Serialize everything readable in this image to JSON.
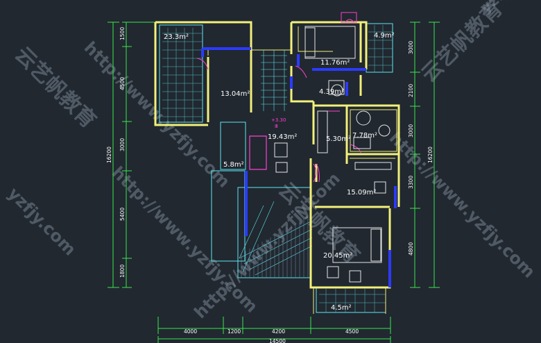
{
  "rooms": {
    "r1": "23.3m²",
    "r2": "13.04m²",
    "r3": "11.76m²",
    "r4": "4.9m²",
    "r5": "4.39m²",
    "r6": "19.43m²",
    "r7": "5.30m²",
    "r8": "7.78m²",
    "r9": "5.8m²",
    "r10": "15.09m²",
    "r11": "20.45m²",
    "r12": "4.5m²"
  },
  "level": {
    "value": "+3.30",
    "mark": "Ⅲ"
  },
  "dims": {
    "left": [
      "1500",
      "4500",
      "3000",
      "5400",
      "1800"
    ],
    "left_total": "16200",
    "right": [
      "3000",
      "2100",
      "3000",
      "3300",
      "4800"
    ],
    "right_total": "16200",
    "bottom": [
      "4000",
      "1200",
      "4200",
      "4500"
    ],
    "bottom_total": "14500"
  },
  "watermark": {
    "url": "http://www.yzfjy.com",
    "cn": "云艺帆教育",
    "tail": "yzfjy.com"
  },
  "colors": {
    "background": "#212830",
    "wall": "#f2f07a",
    "fixture": "#5ee6ef",
    "window": "#2b3bff",
    "door": "#ff3fd0",
    "dimension": "#39e64b"
  }
}
